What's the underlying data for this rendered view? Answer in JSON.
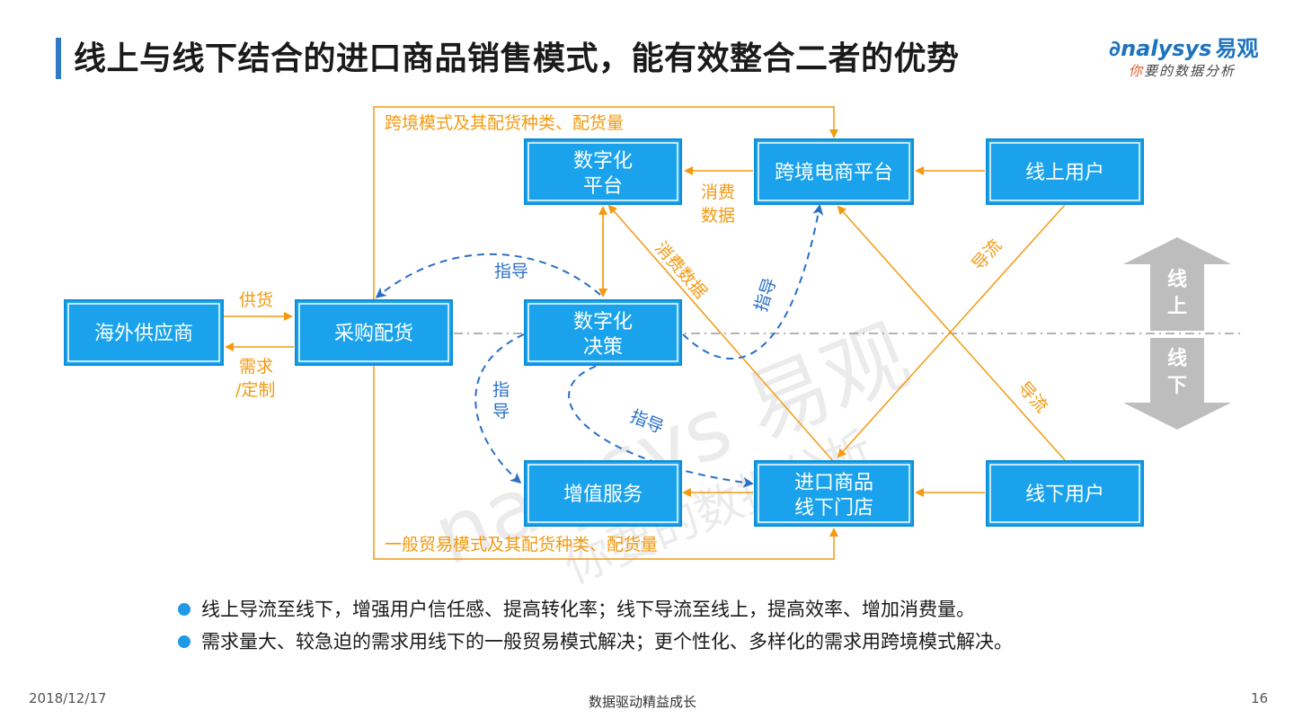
{
  "header": {
    "title": "线上与线下结合的进口商品销售模式，能有效整合二者的优势",
    "logo_text": "nalysys",
    "logo_brand": "易观",
    "logo_tagline_prefix": "你",
    "logo_tagline_rest": "要的数据分析"
  },
  "diagram": {
    "nodes": {
      "overseas_supplier": "海外供应商",
      "procurement": "采购配货",
      "digital_platform_l1": "数字化",
      "digital_platform_l2": "平台",
      "digital_decision_l1": "数字化",
      "digital_decision_l2": "决策",
      "value_added": "增值服务",
      "crossborder_platform": "跨境电商平台",
      "online_users": "线上用户",
      "offline_store_l1": "进口商品",
      "offline_store_l2": "线下门店",
      "offline_users": "线下用户"
    },
    "labels": {
      "crossborder_mode": "跨境模式及其配货种类、配货量",
      "general_trade_mode": "一般贸易模式及其配货种类、配货量",
      "supply": "供货",
      "demand_l1": "需求",
      "demand_l2": "/定制",
      "consumption_data_l1": "消费",
      "consumption_data_l2": "数据",
      "consumption_data_diag": "消费数据",
      "guide": "指导",
      "guide_v1": "指",
      "guide_v2": "导",
      "traffic_diag": "导流",
      "online": "线上",
      "offline": "线下"
    }
  },
  "bullets": [
    "线上导流至线下，增强用户信任感、提高转化率；线下导流至线上，提高效率、增加消费量。",
    "需求量大、较急迫的需求用线下的一般贸易模式解决；更个性化、多样化的需求用跨境模式解决。"
  ],
  "footer": {
    "date": "2018/12/17",
    "center": "数据驱动精益成长",
    "page": "16"
  },
  "watermark": {
    "brand": "nalysys 易观",
    "tagline": "你要的数据分析"
  },
  "colors": {
    "node_fill": "#1aa3ec",
    "orange": "#f39a12",
    "blue_dashed": "#2a6fc7",
    "title_accent": "#2f78c4",
    "gray_arrow": "#bdbdbd"
  }
}
